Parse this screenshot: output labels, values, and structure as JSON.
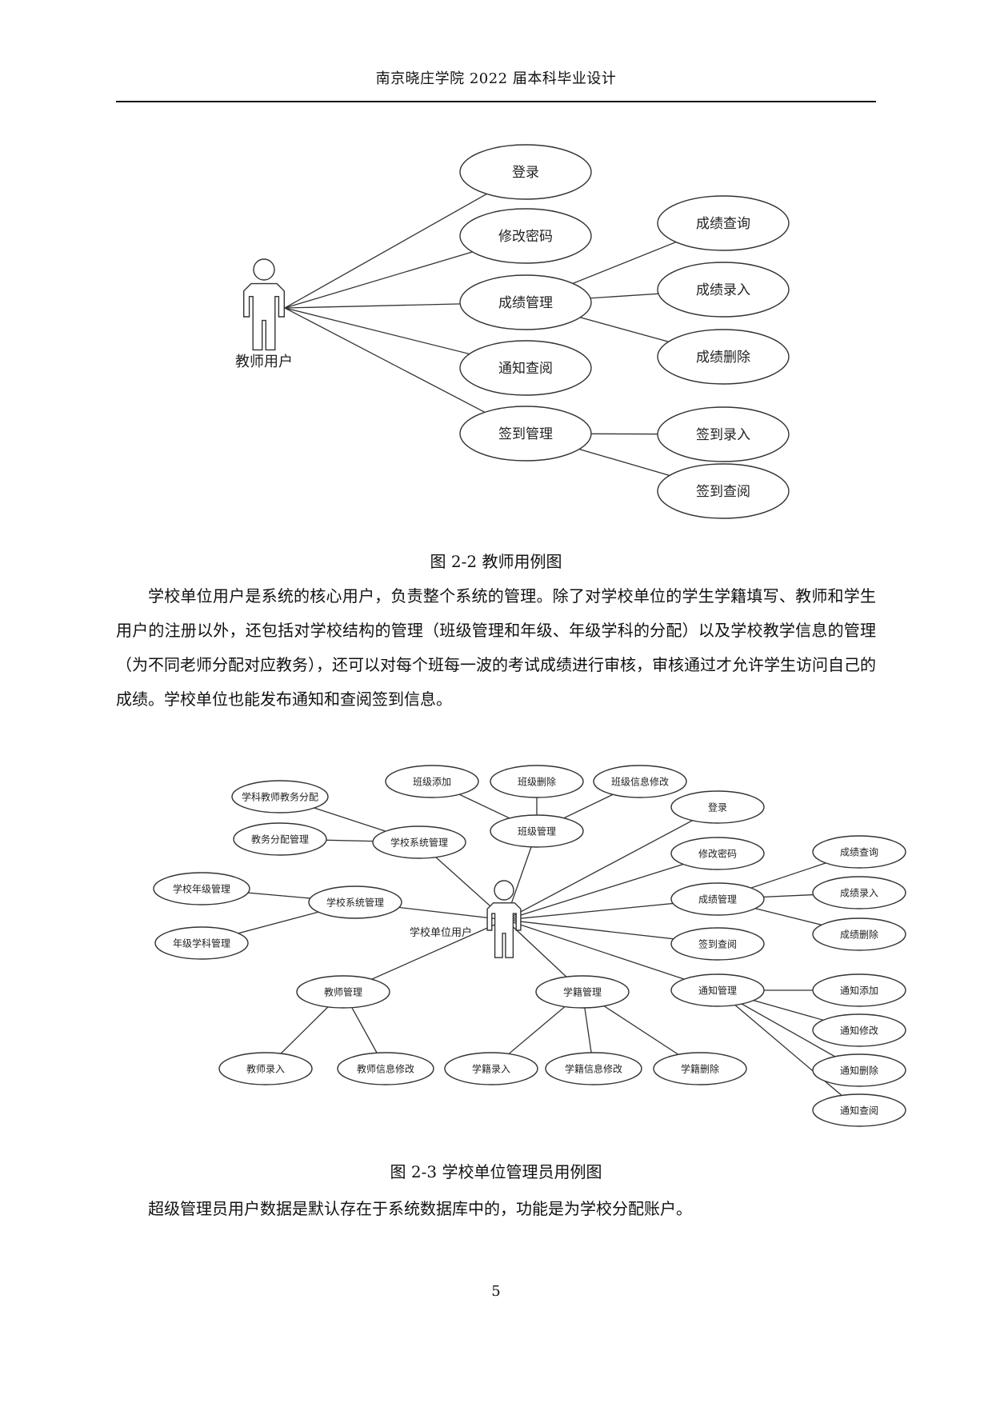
{
  "header": {
    "title": "南京晓庄学院 2022 届本科毕业设计"
  },
  "figure1": {
    "caption": "图  2-2 教师用例图",
    "actor": {
      "label": "教师用户"
    },
    "use_cases": [
      {
        "id": "login",
        "label": "登录"
      },
      {
        "id": "pwd",
        "label": "修改密码"
      },
      {
        "id": "score",
        "label": "成绩管理"
      },
      {
        "id": "notice",
        "label": "通知查阅"
      },
      {
        "id": "sign",
        "label": "签到管理"
      },
      {
        "id": "score_query",
        "label": "成绩查询"
      },
      {
        "id": "score_input",
        "label": "成绩录入"
      },
      {
        "id": "score_delete",
        "label": "成绩删除"
      },
      {
        "id": "sign_input",
        "label": "签到录入"
      },
      {
        "id": "sign_query",
        "label": "签到查阅"
      }
    ]
  },
  "paragraph1": "学校单位用户是系统的核心用户，负责整个系统的管理。除了对学校单位的学生学籍填写、教师和学生用户的注册以外，还包括对学校结构的管理（班级管理和年级、年级学科的分配）以及学校教学信息的管理（为不同老师分配对应教务），还可以对每个班每一波的考试成绩进行审核，审核通过才允许学生访问自己的成绩。学校单位也能发布通知和查阅签到信息。",
  "figure2": {
    "caption": "图  2-3 学校单位管理员用例图",
    "actor": {
      "label": "学校单位用户"
    },
    "use_cases": [
      {
        "id": "class_add",
        "label": "班级添加"
      },
      {
        "id": "class_del",
        "label": "班级删除"
      },
      {
        "id": "class_edit",
        "label": "班级信息修改"
      },
      {
        "id": "class_mgmt",
        "label": "班级管理"
      },
      {
        "id": "subj_assign",
        "label": "学科教师教务分配"
      },
      {
        "id": "edu_assign",
        "label": "教务分配管理"
      },
      {
        "id": "school_sys1",
        "label": "学校系统管理"
      },
      {
        "id": "grade_mgmt",
        "label": "学校年级管理"
      },
      {
        "id": "grade_subj",
        "label": "年级学科管理"
      },
      {
        "id": "school_sys2",
        "label": "学校系统管理"
      },
      {
        "id": "login",
        "label": "登录"
      },
      {
        "id": "pwd",
        "label": "修改密码"
      },
      {
        "id": "score",
        "label": "成绩管理"
      },
      {
        "id": "sign_query",
        "label": "签到查阅"
      },
      {
        "id": "notice_mgmt",
        "label": "通知管理"
      },
      {
        "id": "score_query",
        "label": "成绩查询"
      },
      {
        "id": "score_input",
        "label": "成绩录入"
      },
      {
        "id": "score_delete",
        "label": "成绩删除"
      },
      {
        "id": "notice_add",
        "label": "通知添加"
      },
      {
        "id": "notice_edit",
        "label": "通知修改"
      },
      {
        "id": "notice_del",
        "label": "通知删除"
      },
      {
        "id": "notice_query",
        "label": "通知查阅"
      },
      {
        "id": "teacher_mgmt",
        "label": "教师管理"
      },
      {
        "id": "student_mgmt",
        "label": "学籍管理"
      },
      {
        "id": "teacher_input",
        "label": "教师录入"
      },
      {
        "id": "teacher_edit",
        "label": "教师信息修改"
      },
      {
        "id": "student_input",
        "label": "学籍录入"
      },
      {
        "id": "student_edit",
        "label": "学籍信息修改"
      },
      {
        "id": "student_del",
        "label": "学籍删除"
      }
    ]
  },
  "paragraph2": "超级管理员用户数据是默认存在于系统数据库中的，功能是为学校分配账户。",
  "page_number": "5"
}
